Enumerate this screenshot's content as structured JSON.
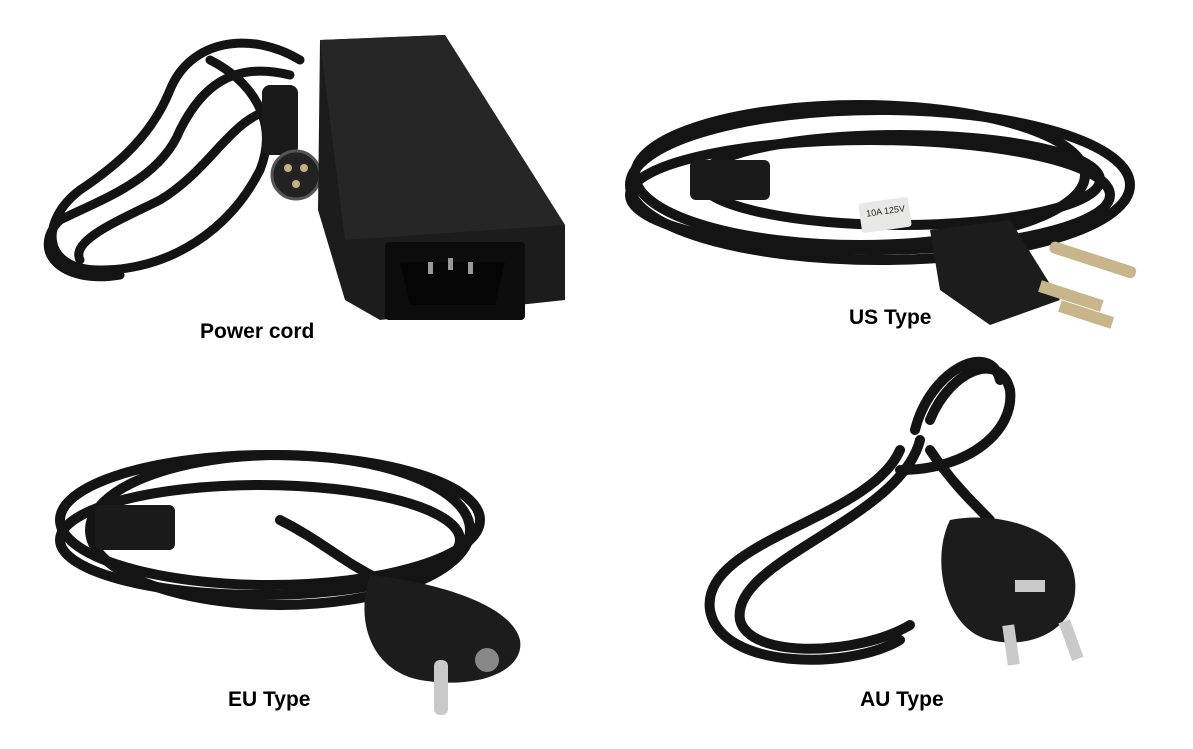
{
  "items": [
    {
      "label": "Power cord"
    },
    {
      "label": "US Type",
      "sticker_text": "10A 125V"
    },
    {
      "label": "EU Type"
    },
    {
      "label": "AU Type"
    }
  ],
  "colors": {
    "background": "#ffffff",
    "cable": "#141414",
    "plastic": "#1c1c1c",
    "pins": "#c8b07a"
  }
}
